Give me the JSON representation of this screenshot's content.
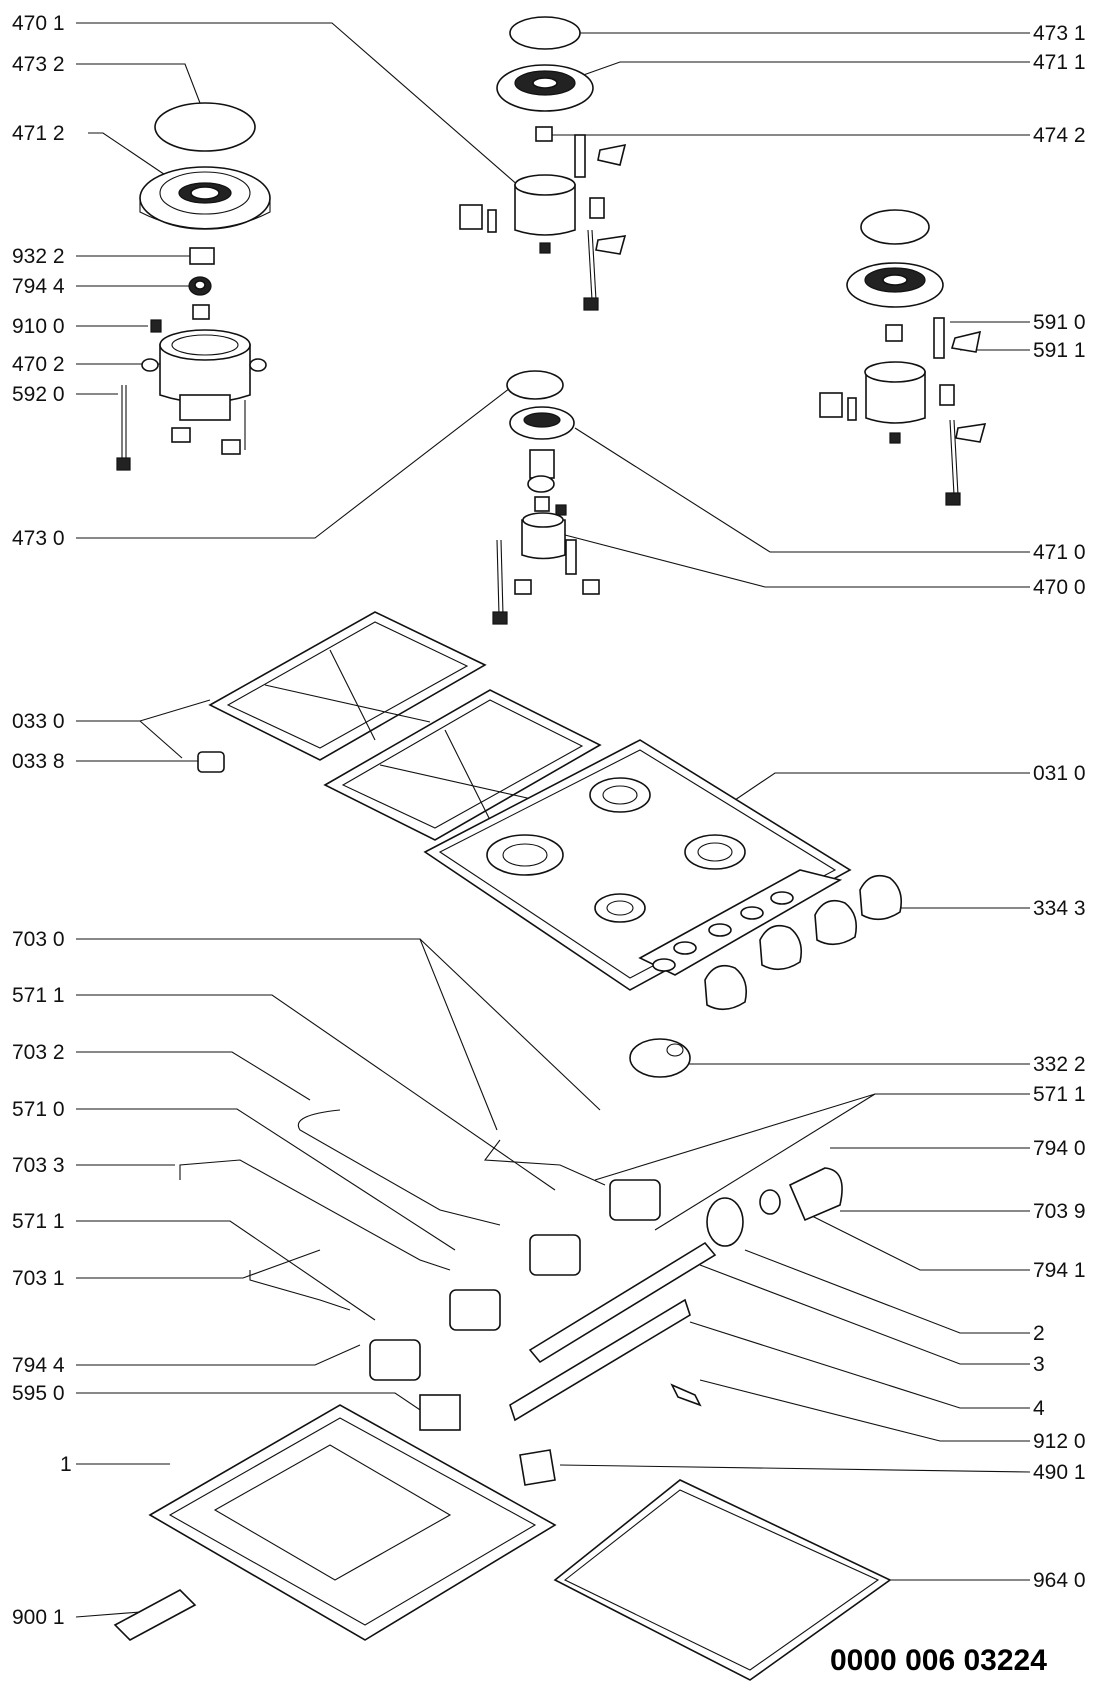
{
  "document_code": "0000 006 03224",
  "labels": {
    "L4701": "470 1",
    "L4732": "473 2",
    "L4712": "471 2",
    "L9322": "932 2",
    "L7944a": "794 4",
    "L9100": "910 0",
    "L4702": "470 2",
    "L5920": "592 0",
    "L4730": "473 0",
    "L0330": "033 0",
    "L0338": "033 8",
    "L7030": "703 0",
    "L5711a": "571 1",
    "L7032": "703 2",
    "L5710": "571 0",
    "L7033": "703 3",
    "L5711b": "571 1",
    "L7031": "703 1",
    "L7944b": "794 4",
    "L5950": "595 0",
    "L1": "1",
    "L9001": "900 1",
    "R4731": "473 1",
    "R4711": "471 1",
    "R4742": "474 2",
    "R5910": "591 0",
    "R5911": "591 1",
    "R4710": "471 0",
    "R4700": "470 0",
    "R0310": "031 0",
    "R3343": "334 3",
    "R3322": "332 2",
    "R5711": "571 1",
    "R7940": "794 0",
    "R7039": "703 9",
    "R7941": "794 1",
    "R2": "2",
    "R3": "3",
    "R4": "4",
    "R9120": "912 0",
    "R4901": "490 1",
    "R9640": "964 0"
  }
}
